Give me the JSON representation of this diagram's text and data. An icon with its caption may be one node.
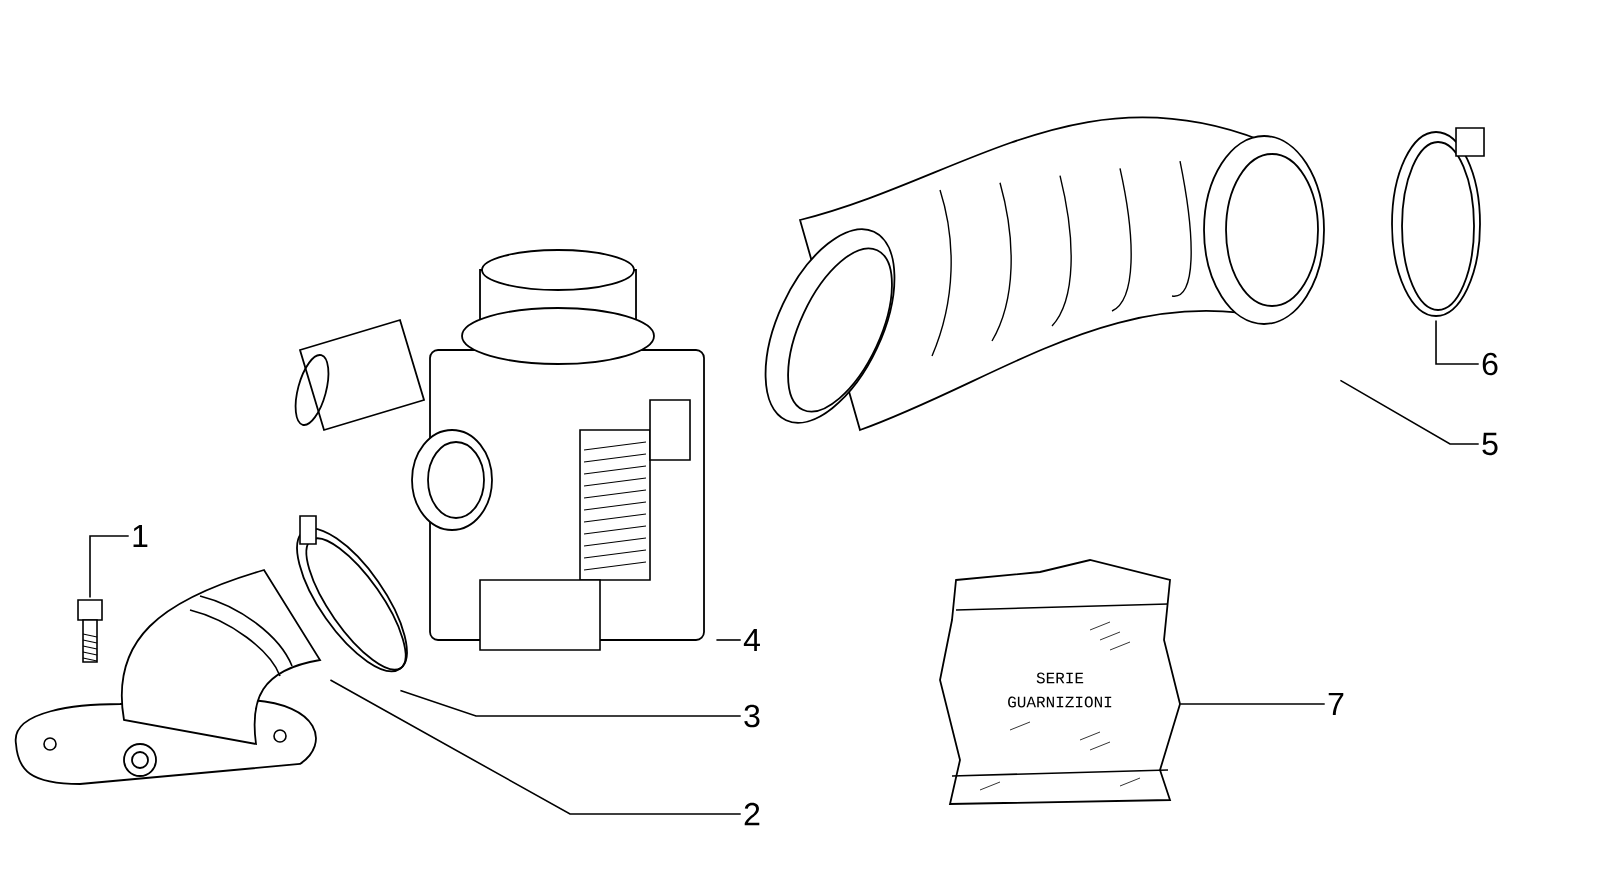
{
  "diagram": {
    "nodes": [
      {
        "text": [
          "1"
        ]
      },
      {
        "text": [
          "2"
        ]
      },
      {
        "text": [
          "3"
        ]
      },
      {
        "text": [
          "4"
        ]
      },
      {
        "text": [
          "5"
        ]
      },
      {
        "text": [
          "6"
        ]
      },
      {
        "text": [
          "7"
        ]
      },
      {
        "text": [],
        "shape": "picture"
      },
      {
        "text": [],
        "shape": "picture"
      },
      {
        "text": [],
        "shape": "picture"
      },
      {
        "text": [],
        "shape": "picture"
      },
      {
        "text": [],
        "shape": "picture"
      },
      {
        "text": [],
        "shape": "picture"
      },
      {
        "text": [
          "SERIE GUARNIZIONI"
        ]
      }
    ],
    "edges": [
      {
        "from": 0,
        "to": 7,
        "arrow": "none"
      },
      {
        "from": 1,
        "to": 8,
        "arrow": "none"
      },
      {
        "from": 2,
        "to": 9,
        "arrow": "none"
      },
      {
        "from": 3,
        "to": 10,
        "arrow": "none"
      },
      {
        "from": 4,
        "to": 11,
        "arrow": "none"
      },
      {
        "from": 5,
        "to": 12,
        "arrow": "none"
      },
      {
        "from": 6,
        "to": 13,
        "arrow": "none"
      }
    ]
  }
}
